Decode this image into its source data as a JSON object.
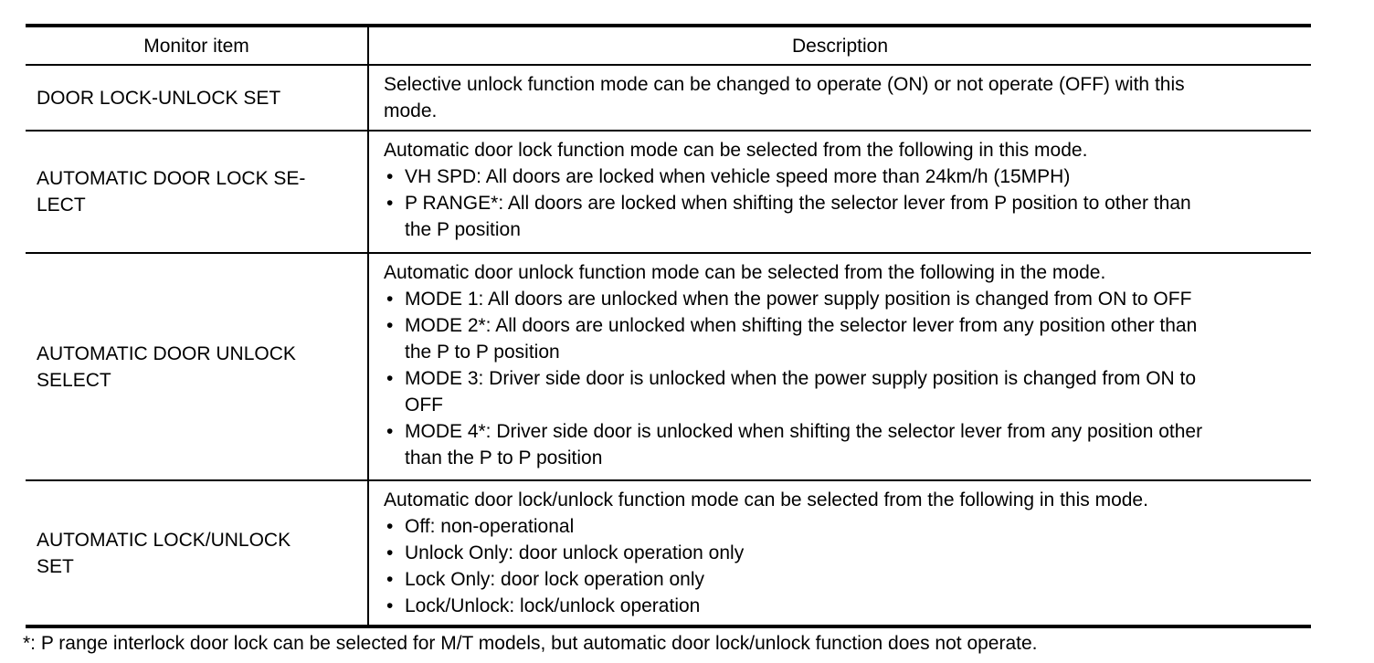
{
  "table": {
    "headers": {
      "item": "Monitor item",
      "description": "Description"
    },
    "bullet_glyph": "•",
    "rows": [
      {
        "item": "DOOR LOCK-UNLOCK SET",
        "intro": "Selective unlock function mode can be changed to operate (ON) or not operate (OFF) with this\nmode.",
        "bullets": []
      },
      {
        "item": "AUTOMATIC DOOR LOCK SE-\nLECT",
        "intro": "Automatic door lock function mode can be selected from the following in this mode.",
        "bullets": [
          "VH SPD: All doors are locked when vehicle speed more than 24km/h (15MPH)",
          "P RANGE*: All doors are locked when shifting the selector lever from P position to other than\nthe P position"
        ]
      },
      {
        "item": "AUTOMATIC DOOR UNLOCK\nSELECT",
        "intro": "Automatic door unlock function mode can be selected from the following in the mode.",
        "bullets": [
          "MODE 1: All doors are unlocked when the power supply position is changed from ON to OFF",
          "MODE 2*: All doors are unlocked when shifting the selector lever from any position other than\nthe P to P position",
          "MODE 3: Driver side door is unlocked when the power supply position is changed from ON to\nOFF",
          "MODE 4*: Driver side door is unlocked when shifting the selector lever from any position other\nthan the P to P position"
        ]
      },
      {
        "item": "AUTOMATIC LOCK/UNLOCK\nSET",
        "intro": "Automatic door lock/unlock function mode can be selected from the following in this mode.",
        "bullets": [
          "Off: non-operational",
          "Unlock Only: door unlock operation only",
          "Lock Only: door lock operation only",
          "Lock/Unlock: lock/unlock operation"
        ]
      }
    ],
    "footnote": "*: P range interlock door lock can be selected for M/T models, but automatic door lock/unlock function does not operate.",
    "colors": {
      "text": "#000000",
      "border": "#000000",
      "background": "#ffffff"
    }
  }
}
